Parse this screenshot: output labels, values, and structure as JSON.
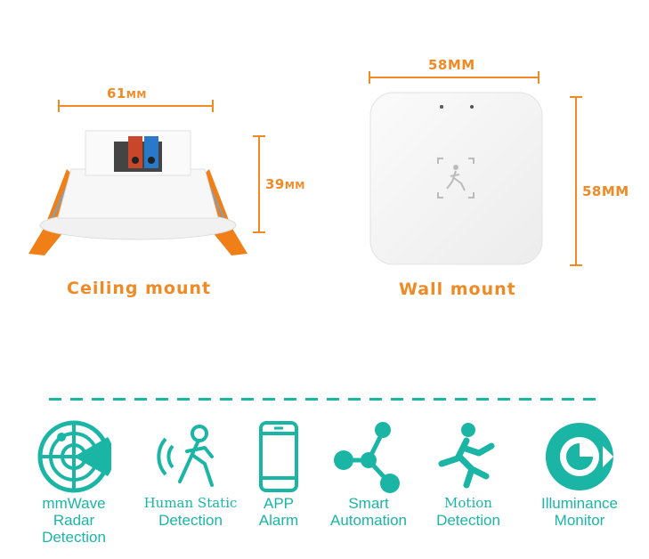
{
  "ceiling": {
    "width_label": "61",
    "width_unit": "MM",
    "height_label": "39",
    "height_unit": "MM",
    "caption": "Ceiling mount"
  },
  "wall": {
    "width_label": "58MM",
    "height_label": "58MM",
    "caption": "Wall mount"
  },
  "colors": {
    "accent_orange": "#f08a24",
    "teal": "#1bb5a6"
  },
  "features": [
    {
      "icon": "radar-icon",
      "line1": "mmWave Radar",
      "line2": "Detection"
    },
    {
      "icon": "human-static-icon",
      "line1": "Human Static",
      "line2": "Detection"
    },
    {
      "icon": "phone-icon",
      "line1": "APP",
      "line2": "Alarm"
    },
    {
      "icon": "network-icon",
      "line1": "Smart",
      "line2": "Automation"
    },
    {
      "icon": "motion-icon",
      "line1": "Motion",
      "line2": "Detection"
    },
    {
      "icon": "eye-icon",
      "line1": "Illuminance",
      "line2": "Monitor"
    }
  ]
}
